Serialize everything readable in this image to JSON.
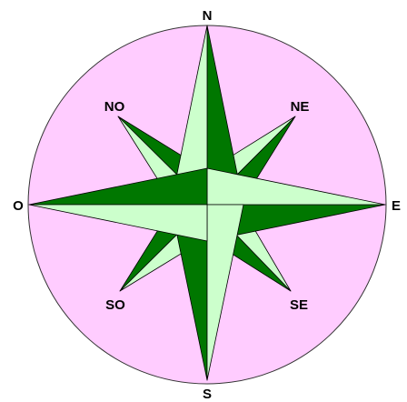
{
  "compass": {
    "labels": {
      "north": "N",
      "north_east": "NE",
      "east": "E",
      "south_east": "SE",
      "south": "S",
      "south_west": "SO",
      "west": "O",
      "north_west": "NO"
    },
    "colors": {
      "background_disc": "#ffccff",
      "dark_green": "#007700",
      "light_green": "#ccffcc",
      "outline": "#000000"
    }
  }
}
